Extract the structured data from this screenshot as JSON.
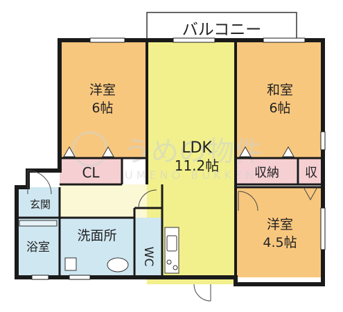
{
  "colors": {
    "wall": "#1a1a1a",
    "bedroom": "#f8c77e",
    "ldk": "#f2f08c",
    "closet": "#f5cfd2",
    "wet_area": "#cfe7f1",
    "hall": "#fbf8d6",
    "balcony": "#ffffff",
    "watermark": "#cfd3cf"
  },
  "balcony": {
    "label": "バルコニー"
  },
  "rooms": {
    "western_room_1": {
      "name": "洋室",
      "size": "6帖"
    },
    "ldk": {
      "name": "LDK",
      "size": "11.2帖"
    },
    "japanese_room": {
      "name": "和室",
      "size": "6帖"
    },
    "closet": {
      "label": "CL"
    },
    "storage": {
      "label": "収納"
    },
    "storage_small": {
      "label": "収"
    },
    "entrance": {
      "label": "玄関"
    },
    "washroom": {
      "label": "洗面所"
    },
    "bathroom": {
      "label": "浴室"
    },
    "toilet": {
      "label": "WC"
    },
    "western_room_2": {
      "name": "洋室",
      "size": "4.5帖"
    }
  },
  "watermark": {
    "logo_text": "うめの物件",
    "roman_text": "UMENO BUKKEN"
  }
}
